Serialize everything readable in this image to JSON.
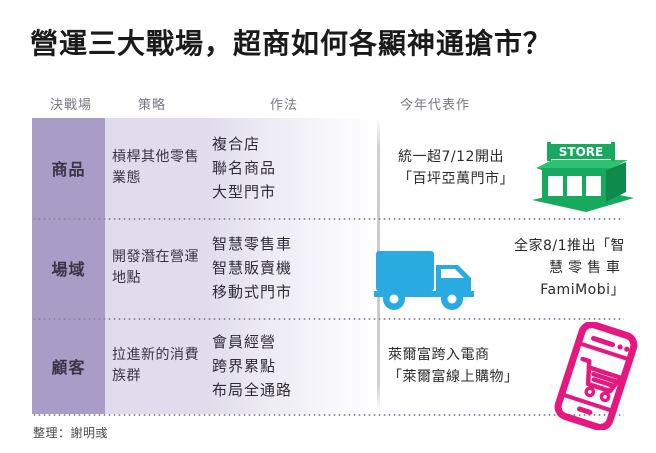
{
  "title": "營運三大戰場，超商如何各顯神通搶市？",
  "columns": [
    {
      "key": "battlefield",
      "label": "決戰場"
    },
    {
      "key": "strategy",
      "label": "策略"
    },
    {
      "key": "method",
      "label": "作法"
    },
    {
      "key": "showcase",
      "label": "今年代表作"
    }
  ],
  "rows": [
    {
      "battlefield": "商品",
      "strategy": "槓桿其他零售業態",
      "method": [
        "複合店",
        "聯名商品",
        "大型門市"
      ],
      "showcase_lines": [
        "統一超7/12開出",
        "「百坪亞萬門市」"
      ],
      "icon": "store-icon",
      "icon_label": "STORE",
      "icon_color": "#17a95e"
    },
    {
      "battlefield": "場域",
      "strategy": "開發潛在營運地點",
      "method": [
        "智慧零售車",
        "智慧販賣機",
        "移動式門市"
      ],
      "showcase_lines": [
        "全家8/1推出「智",
        "慧零售車",
        "FamiMobi」"
      ],
      "icon": "truck-icon",
      "icon_label": "",
      "icon_color": "#29abe2"
    },
    {
      "battlefield": "顧客",
      "strategy": "拉進新的消費族群",
      "method": [
        "會員經營",
        "跨界累點",
        "布局全通路"
      ],
      "showcase_lines": [
        "萊爾富跨入電商",
        "「萊爾富線上購物」"
      ],
      "icon": "phone-cart-icon",
      "icon_label": "",
      "icon_color": "#e5187f"
    }
  ],
  "footer": "整理：謝明彧",
  "colors": {
    "column1_band": "#a99cc6",
    "column2_band": "#e0dced",
    "store_green": "#17a95e",
    "truck_blue": "#29abe2",
    "phone_pink": "#e5187f",
    "header_text": "#7a7682"
  }
}
